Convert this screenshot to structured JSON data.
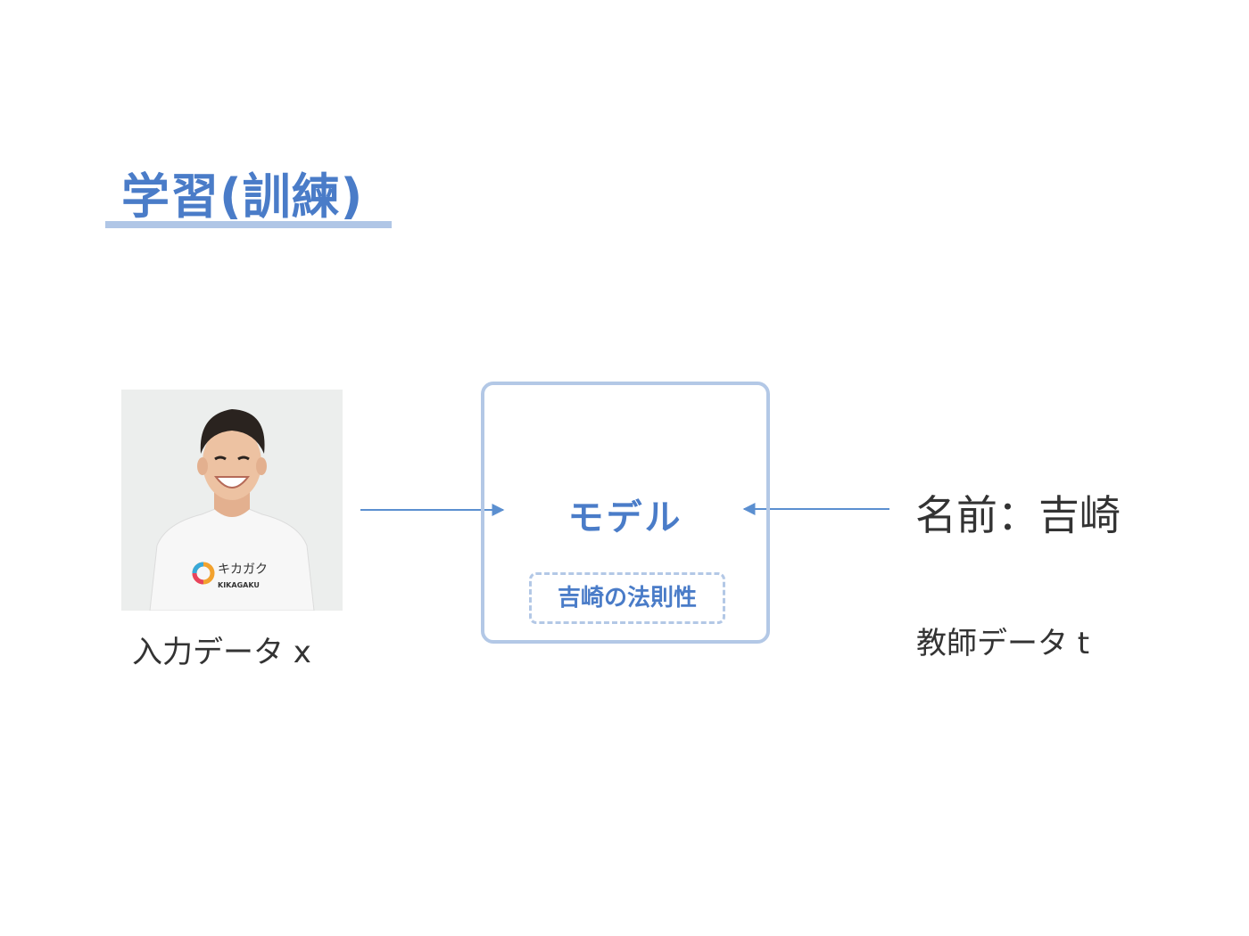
{
  "title": "学習(訓練)",
  "input": {
    "caption": "入力データ x",
    "photo_shirt_text": "キカガク",
    "photo_shirt_subtext": "KIKAGAKU"
  },
  "model": {
    "label": "モデル",
    "rule": "吉崎の法則性"
  },
  "teacher": {
    "value": "名前：吉崎",
    "caption": "教師データ t"
  },
  "colors": {
    "accent": "#4a7cc8",
    "accent_light": "#b3c8e6",
    "arrow": "#5b8fd0",
    "text": "#333333"
  }
}
